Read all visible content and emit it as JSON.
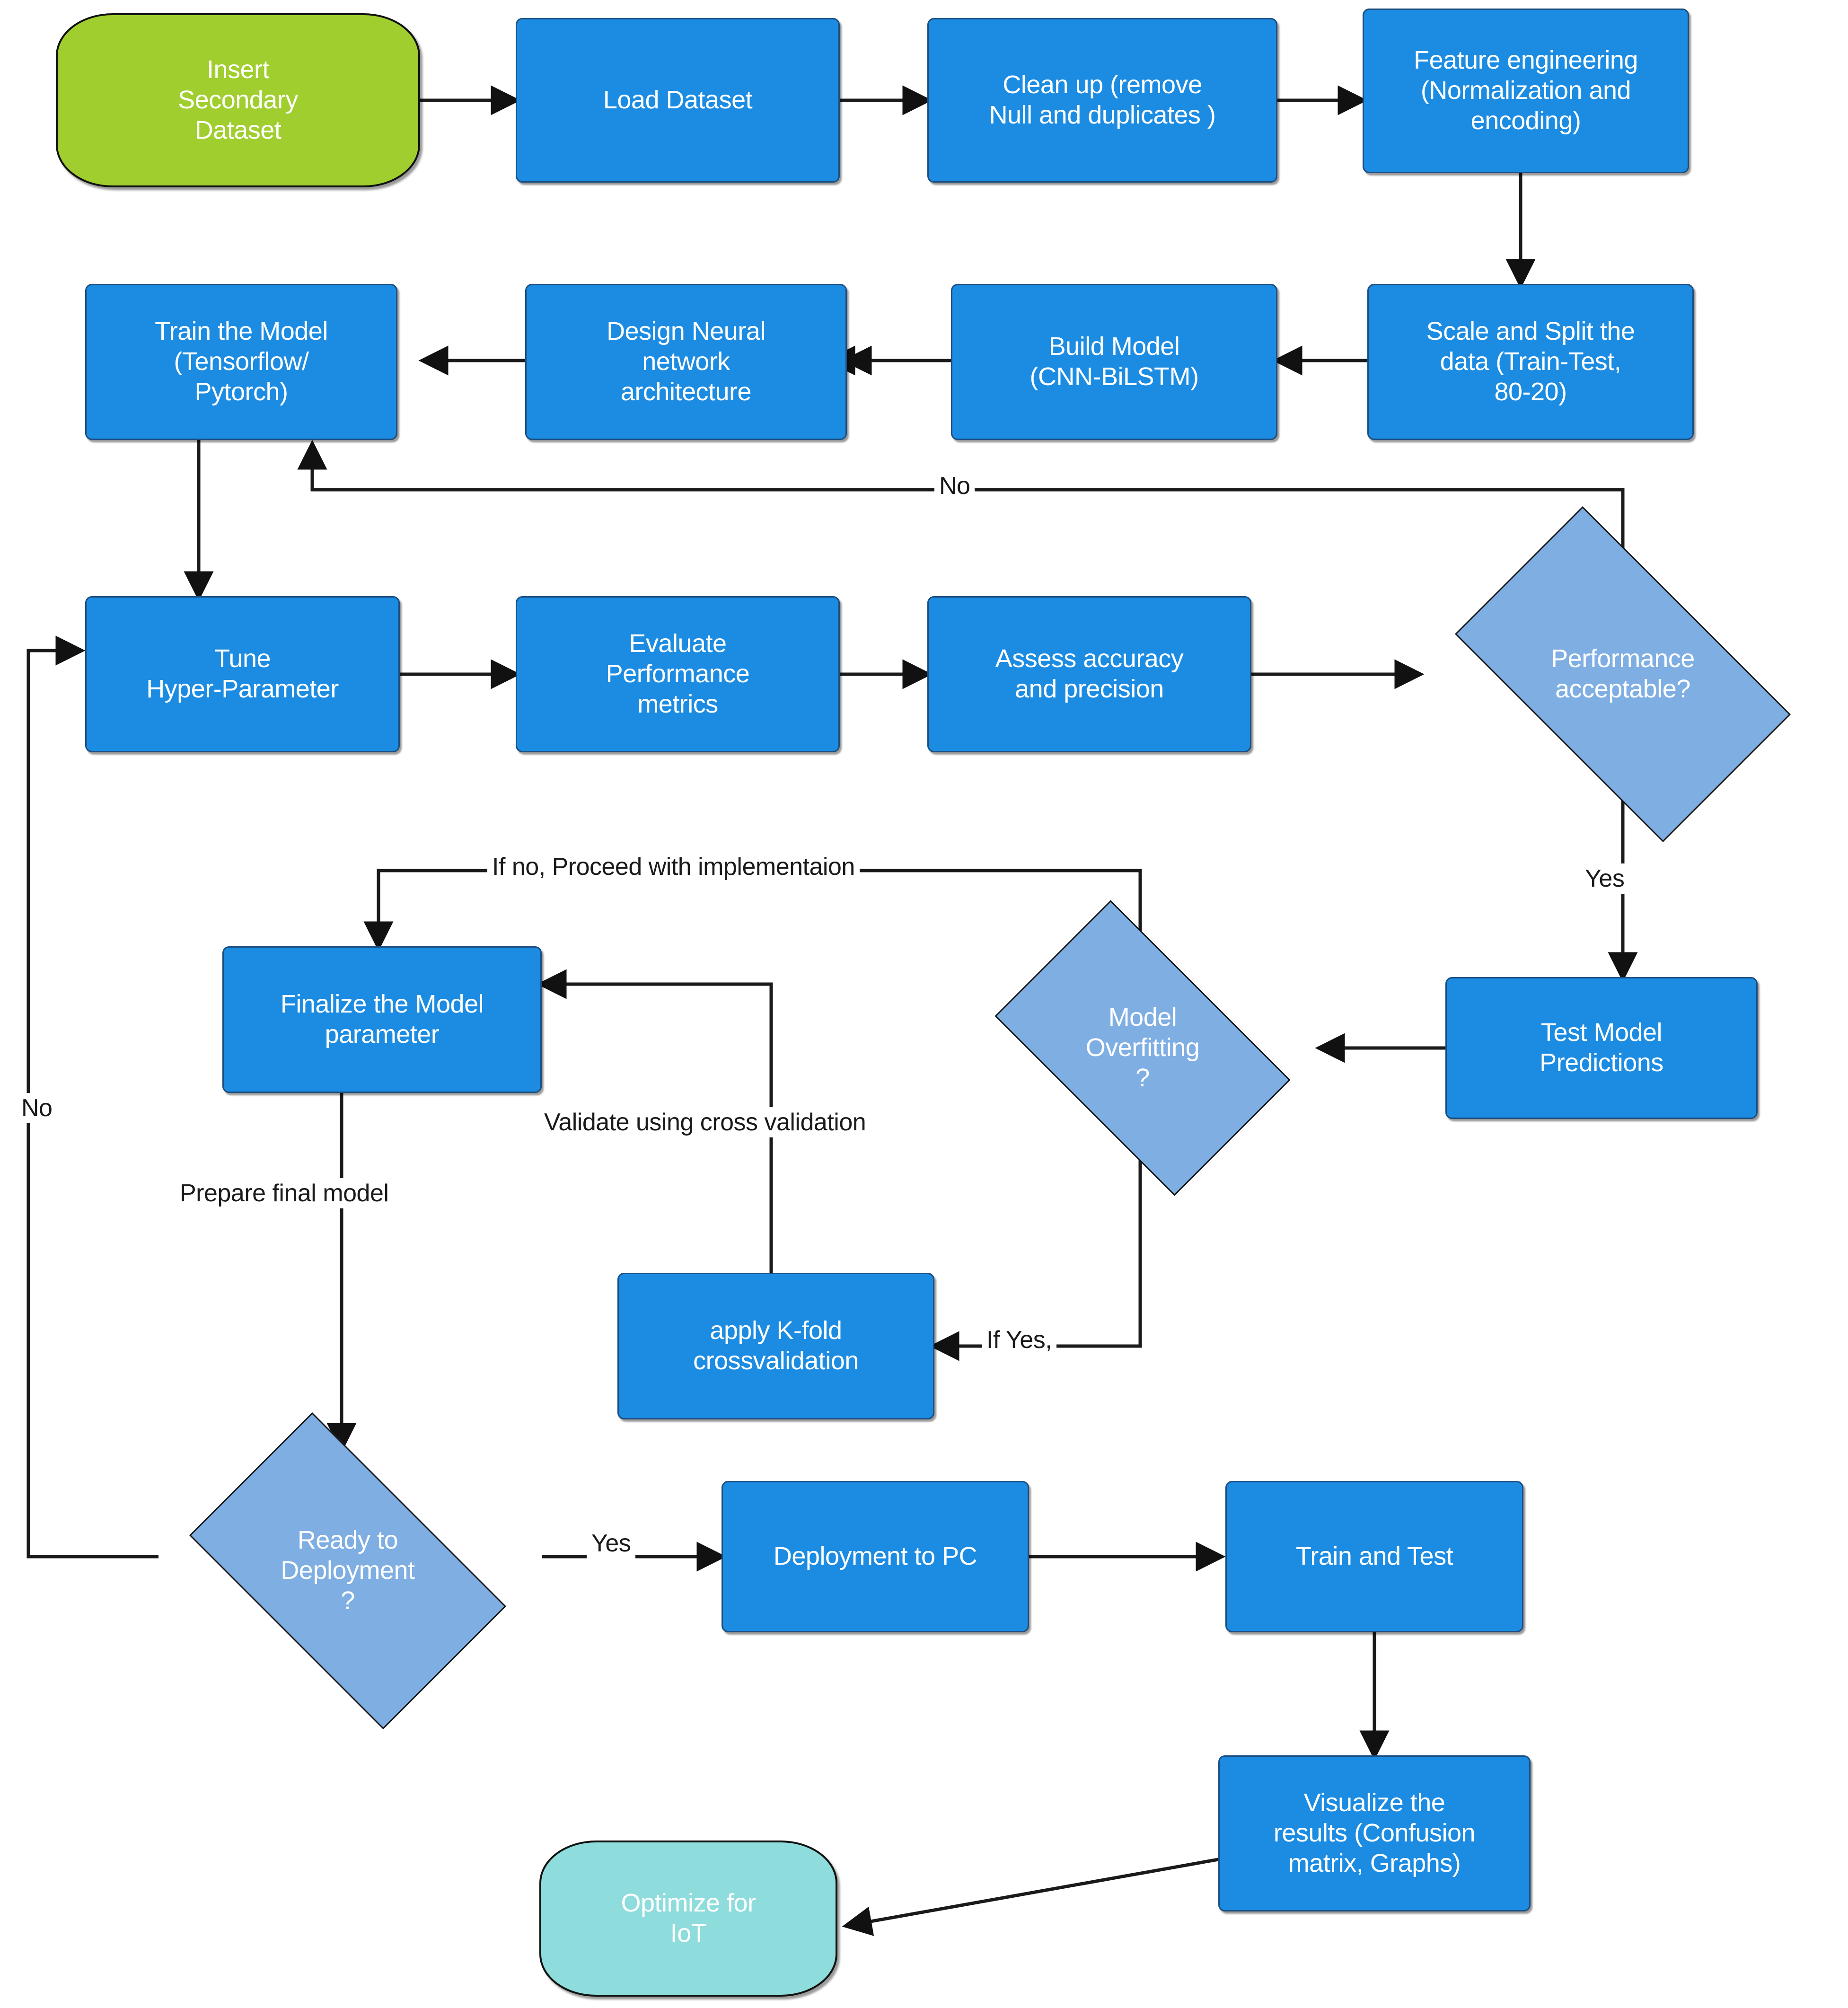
{
  "diagram": {
    "title": "Machine Learning Model Development and Deployment Flowchart",
    "colors": {
      "process_fill": "#1C8CE3",
      "process_border": "#1C4E80",
      "decision_fill": "#7FAEE3",
      "start_fill": "#A0CE2E",
      "end_fill": "#8FDCDC",
      "edge_stroke": "#1a1a1a",
      "node_text": "#ffffff",
      "label_text": "#1a1a1a"
    },
    "nodes": [
      {
        "id": "insert-secondary-dataset",
        "type": "terminator",
        "label": "Insert\nSecondary\nDataset"
      },
      {
        "id": "load-dataset",
        "type": "process",
        "label": "Load Dataset"
      },
      {
        "id": "clean-up",
        "type": "process",
        "label": "Clean up (remove\nNull and duplicates )"
      },
      {
        "id": "feature-engineering",
        "type": "process",
        "label": "Feature engineering\n(Normalization and\nencoding)"
      },
      {
        "id": "scale-and-split",
        "type": "process",
        "label": "Scale and Split the\ndata (Train-Test,\n80-20)"
      },
      {
        "id": "build-model",
        "type": "process",
        "label": "Build Model\n(CNN-BiLSTM)"
      },
      {
        "id": "design-neural-network",
        "type": "process",
        "label": "Design Neural\nnetwork\narchitecture"
      },
      {
        "id": "train-the-model",
        "type": "process",
        "label": "Train the Model\n(Tensorflow/\nPytorch)"
      },
      {
        "id": "tune-hyper-parameter",
        "type": "process",
        "label": "Tune\nHyper-Parameter"
      },
      {
        "id": "evaluate-performance-metrics",
        "type": "process",
        "label": "Evaluate\nPerformance\nmetrics"
      },
      {
        "id": "assess-accuracy",
        "type": "process",
        "label": "Assess accuracy\nand precision"
      },
      {
        "id": "performance-acceptable",
        "type": "decision",
        "label": "Performance\nacceptable?"
      },
      {
        "id": "test-model-predictions",
        "type": "process",
        "label": "Test Model\nPredictions"
      },
      {
        "id": "model-overfitting",
        "type": "decision",
        "label": "Model\nOverfitting\n?"
      },
      {
        "id": "apply-k-fold",
        "type": "process",
        "label": "apply K-fold\ncrossvalidation"
      },
      {
        "id": "finalize-the-model-parameter",
        "type": "process",
        "label": "Finalize the Model\nparameter"
      },
      {
        "id": "ready-to-deployment",
        "type": "decision",
        "label": "Ready to\nDeployment\n?"
      },
      {
        "id": "deployment-to-pc",
        "type": "process",
        "label": "Deployment to PC"
      },
      {
        "id": "train-and-test",
        "type": "process",
        "label": "Train and Test"
      },
      {
        "id": "visualize-the-results",
        "type": "process",
        "label": "Visualize the\nresults (Confusion\nmatrix, Graphs)"
      },
      {
        "id": "optimize-for-iot",
        "type": "terminator-teal",
        "label": "Optimize for\nIoT"
      }
    ],
    "edge_labels": {
      "performance_no": "No",
      "performance_yes": "Yes",
      "overfitting_no": "If no, Proceed with implementaion",
      "overfitting_yes": "If Yes,",
      "cross_validation": "Validate using cross validation",
      "prepare_final_model": "Prepare final model",
      "deployment_no": "No",
      "deployment_yes": "Yes"
    }
  }
}
